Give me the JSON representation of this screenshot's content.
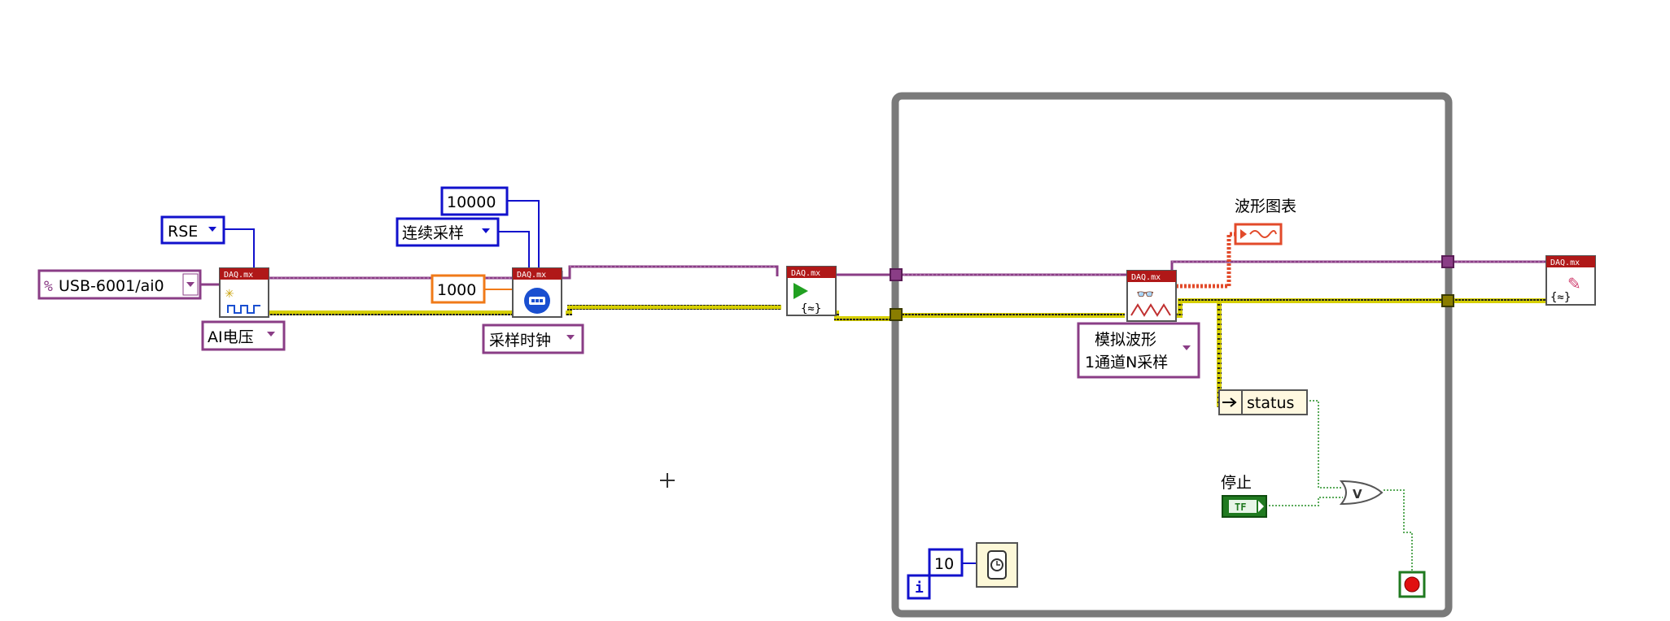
{
  "constants": {
    "channel": "USB-6001/ai0",
    "terminal_config": "RSE",
    "sample_mode": "连续采样",
    "samples_per_channel": "10000",
    "rate": "1000",
    "wait_ms": "10"
  },
  "polymorphic": {
    "create_channel": "AI电压",
    "timing": "采样时钟",
    "read_line1": "模拟波形",
    "read_line2": "1通道N采样"
  },
  "vi_header": "DAQ.mx",
  "labels": {
    "chart": "波形图表",
    "stop": "停止",
    "status": "status",
    "iteration": "i",
    "stop_bool": "TF",
    "or_gate": "V"
  },
  "colors": {
    "task_wire": "#8a3d86",
    "error_wire": "#d6cf00",
    "numeric_blue": "#1111cc",
    "numeric_orange": "#f07a18",
    "enum_purple": "#8a3d86",
    "waveform_wire": "#e24a2a",
    "boolean_green": "#207a20",
    "loop_frame": "#7a7a7a"
  }
}
